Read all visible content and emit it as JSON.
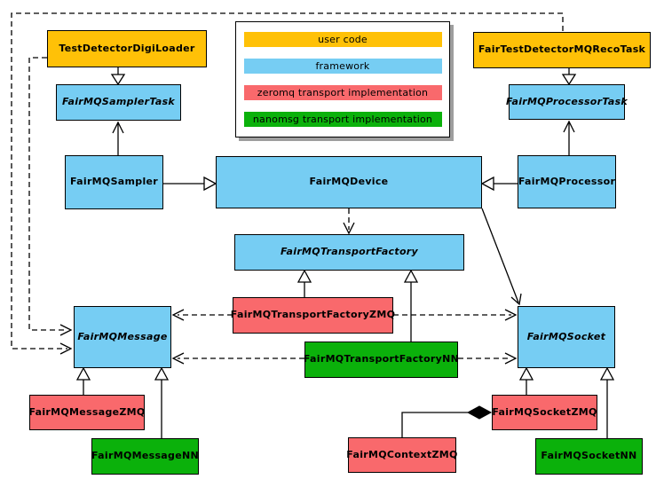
{
  "colors": {
    "user_code": "#FFC107",
    "framework": "#76CDF3",
    "zeromq": "#F9696C",
    "nanomsg": "#0BB10B",
    "edge": "#000000",
    "background": "#FFFFFF",
    "legend_shadow": "#9E9E9E"
  },
  "legend": {
    "items": [
      {
        "label": "user code",
        "category": "user_code"
      },
      {
        "label": "framework",
        "category": "framework"
      },
      {
        "label": "zeromq transport implementation",
        "category": "zeromq"
      },
      {
        "label": "nanomsg transport implementation",
        "category": "nanomsg"
      }
    ]
  },
  "nodes": {
    "digiloader": {
      "label": "TestDetectorDigiLoader",
      "category": "user_code",
      "abstract": false
    },
    "samplertask": {
      "label": "FairMQSamplerTask",
      "category": "framework",
      "abstract": true
    },
    "recotask": {
      "label": "FairTestDetectorMQRecoTask",
      "category": "user_code",
      "abstract": false
    },
    "processortask": {
      "label": "FairMQProcessorTask",
      "category": "framework",
      "abstract": true
    },
    "sampler": {
      "label": "FairMQSampler",
      "category": "framework",
      "abstract": false
    },
    "device": {
      "label": "FairMQDevice",
      "category": "framework",
      "abstract": false
    },
    "processor": {
      "label": "FairMQProcessor",
      "category": "framework",
      "abstract": false
    },
    "transportfactory": {
      "label": "FairMQTransportFactory",
      "category": "framework",
      "abstract": true
    },
    "tfzmq": {
      "label": "FairMQTransportFactoryZMQ",
      "category": "zeromq",
      "abstract": false
    },
    "tfnn": {
      "label": "FairMQTransportFactoryNN",
      "category": "nanomsg",
      "abstract": false
    },
    "message": {
      "label": "FairMQMessage",
      "category": "framework",
      "abstract": true
    },
    "socket": {
      "label": "FairMQSocket",
      "category": "framework",
      "abstract": true
    },
    "messagezmq": {
      "label": "FairMQMessageZMQ",
      "category": "zeromq",
      "abstract": false
    },
    "messagenn": {
      "label": "FairMQMessageNN",
      "category": "nanomsg",
      "abstract": false
    },
    "contextzmq": {
      "label": "FairMQContextZMQ",
      "category": "zeromq",
      "abstract": false
    },
    "socketzmq": {
      "label": "FairMQSocketZMQ",
      "category": "zeromq",
      "abstract": false
    },
    "socketnn": {
      "label": "FairMQSocketNN",
      "category": "nanomsg",
      "abstract": false
    }
  },
  "relationships": [
    {
      "from": "TestDetectorDigiLoader",
      "to": "FairMQSamplerTask",
      "type": "generalization"
    },
    {
      "from": "FairTestDetectorMQRecoTask",
      "to": "FairMQProcessorTask",
      "type": "generalization"
    },
    {
      "from": "FairMQSampler",
      "to": "FairMQSamplerTask",
      "type": "association"
    },
    {
      "from": "FairMQProcessor",
      "to": "FairMQProcessorTask",
      "type": "association"
    },
    {
      "from": "FairMQSampler",
      "to": "FairMQDevice",
      "type": "generalization"
    },
    {
      "from": "FairMQProcessor",
      "to": "FairMQDevice",
      "type": "generalization"
    },
    {
      "from": "FairMQDevice",
      "to": "FairMQTransportFactory",
      "type": "dependency"
    },
    {
      "from": "FairMQDevice",
      "to": "FairMQSocket",
      "type": "association"
    },
    {
      "from": "FairMQTransportFactoryZMQ",
      "to": "FairMQTransportFactory",
      "type": "generalization"
    },
    {
      "from": "FairMQTransportFactoryNN",
      "to": "FairMQTransportFactory",
      "type": "generalization"
    },
    {
      "from": "FairMQTransportFactoryZMQ",
      "to": "FairMQMessage",
      "type": "dependency"
    },
    {
      "from": "FairMQTransportFactoryZMQ",
      "to": "FairMQSocket",
      "type": "dependency"
    },
    {
      "from": "FairMQTransportFactoryNN",
      "to": "FairMQMessage",
      "type": "dependency"
    },
    {
      "from": "FairMQTransportFactoryNN",
      "to": "FairMQSocket",
      "type": "dependency"
    },
    {
      "from": "TestDetectorDigiLoader",
      "to": "FairMQMessage",
      "type": "dependency"
    },
    {
      "from": "FairTestDetectorMQRecoTask",
      "to": "FairMQMessage",
      "type": "dependency"
    },
    {
      "from": "FairMQMessageZMQ",
      "to": "FairMQMessage",
      "type": "generalization"
    },
    {
      "from": "FairMQMessageNN",
      "to": "FairMQMessage",
      "type": "generalization"
    },
    {
      "from": "FairMQSocketZMQ",
      "to": "FairMQSocket",
      "type": "generalization"
    },
    {
      "from": "FairMQSocketNN",
      "to": "FairMQSocket",
      "type": "generalization"
    },
    {
      "from": "FairMQContextZMQ",
      "to": "FairMQSocketZMQ",
      "type": "composition"
    }
  ]
}
